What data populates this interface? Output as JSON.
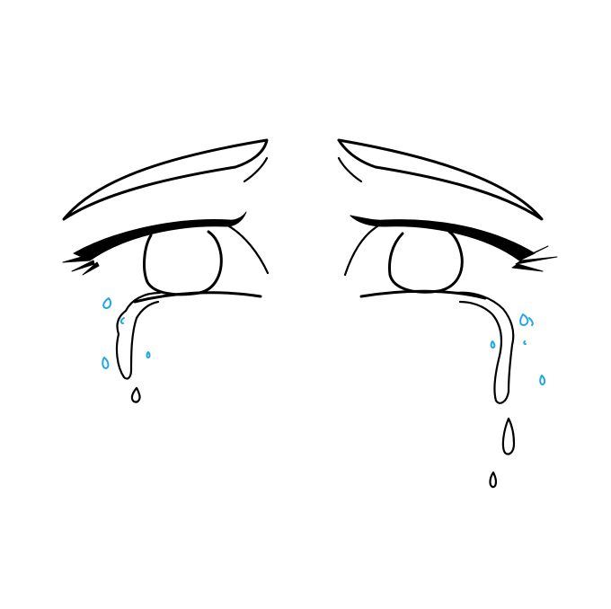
{
  "colors": {
    "background": "#ffffff",
    "ink": "#000000",
    "new_strokes": "#1fa7e6"
  },
  "illustration": {
    "left_eye": {
      "brow": "left-eyebrow",
      "tear_stream": true,
      "new_droplets": 4
    },
    "right_eye": {
      "brow": "right-eyebrow",
      "tear_stream": true,
      "new_droplets": 5
    }
  }
}
